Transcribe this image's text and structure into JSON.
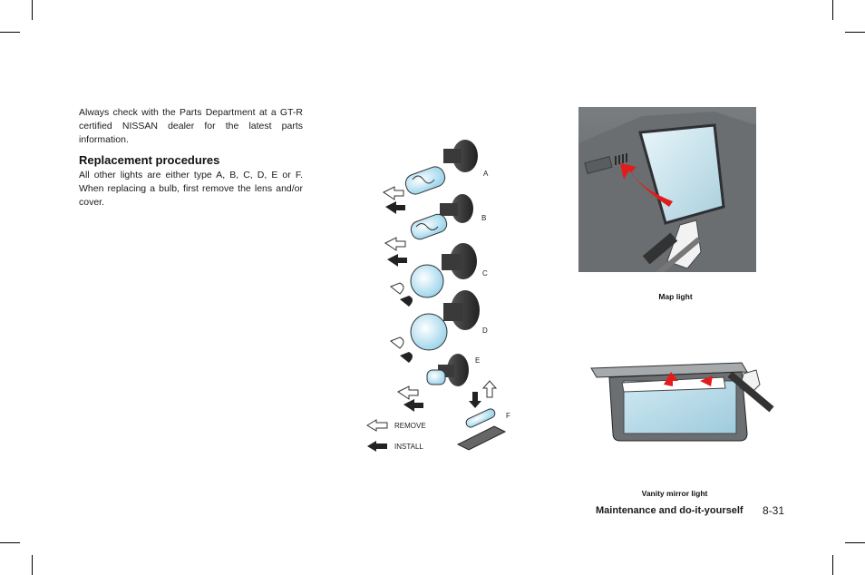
{
  "intro_text": "Always check with the Parts Department at a GT-R certified NISSAN dealer for the latest parts information.",
  "section": {
    "heading": "Replacement procedures",
    "body": "All other lights are either type A, B, C, D, E or F. When replacing a bulb, first remove the lens and/or cover."
  },
  "bulb_figure": {
    "labels": [
      "A",
      "B",
      "C",
      "D",
      "E",
      "F"
    ],
    "legend_remove": "REMOVE",
    "legend_install": "INSTALL"
  },
  "map_light_caption": "Map light",
  "vanity_caption": "Vanity mirror light",
  "footer": {
    "title": "Maintenance and do-it-yourself",
    "page": "8-31"
  }
}
